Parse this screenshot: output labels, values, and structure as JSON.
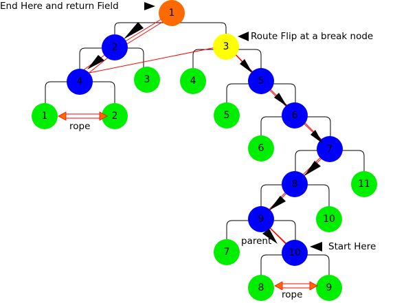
{
  "colors": {
    "root": "#ff6a00",
    "break_node": "#ffff00",
    "path_node": "#0000ff",
    "leaf": "#00ee00",
    "route_line": "#ff0000",
    "tree_edge": "#000000",
    "rope": "#ff0000"
  },
  "nodes": [
    {
      "id": "n1",
      "label": "1",
      "kind": "root"
    },
    {
      "id": "n2",
      "label": "2",
      "kind": "path_node"
    },
    {
      "id": "n3",
      "label": "3",
      "kind": "break_node"
    },
    {
      "id": "n4",
      "label": "4",
      "kind": "path_node"
    },
    {
      "id": "n3b",
      "label": "3",
      "kind": "leaf"
    },
    {
      "id": "n4b",
      "label": "4",
      "kind": "leaf"
    },
    {
      "id": "n5",
      "label": "5",
      "kind": "path_node"
    },
    {
      "id": "n1b",
      "label": "1",
      "kind": "leaf"
    },
    {
      "id": "n2b",
      "label": "2",
      "kind": "leaf"
    },
    {
      "id": "n5b",
      "label": "5",
      "kind": "leaf"
    },
    {
      "id": "n6",
      "label": "6",
      "kind": "path_node"
    },
    {
      "id": "n6b",
      "label": "6",
      "kind": "leaf"
    },
    {
      "id": "n7",
      "label": "7",
      "kind": "path_node"
    },
    {
      "id": "n8",
      "label": "8",
      "kind": "path_node"
    },
    {
      "id": "n11",
      "label": "11",
      "kind": "leaf"
    },
    {
      "id": "n9",
      "label": "9",
      "kind": "path_node"
    },
    {
      "id": "n10b",
      "label": "10",
      "kind": "leaf"
    },
    {
      "id": "n7b",
      "label": "7",
      "kind": "leaf"
    },
    {
      "id": "n10",
      "label": "10",
      "kind": "path_node"
    },
    {
      "id": "n8b",
      "label": "8",
      "kind": "leaf"
    },
    {
      "id": "n9b",
      "label": "9",
      "kind": "leaf"
    }
  ],
  "annotations": {
    "end_here": "End Here and return Field",
    "route_flip": "Route Flip at a break node",
    "start_here": "Start Here",
    "rope_top": "rope",
    "rope_bottom": "rope",
    "parent": "parent"
  }
}
